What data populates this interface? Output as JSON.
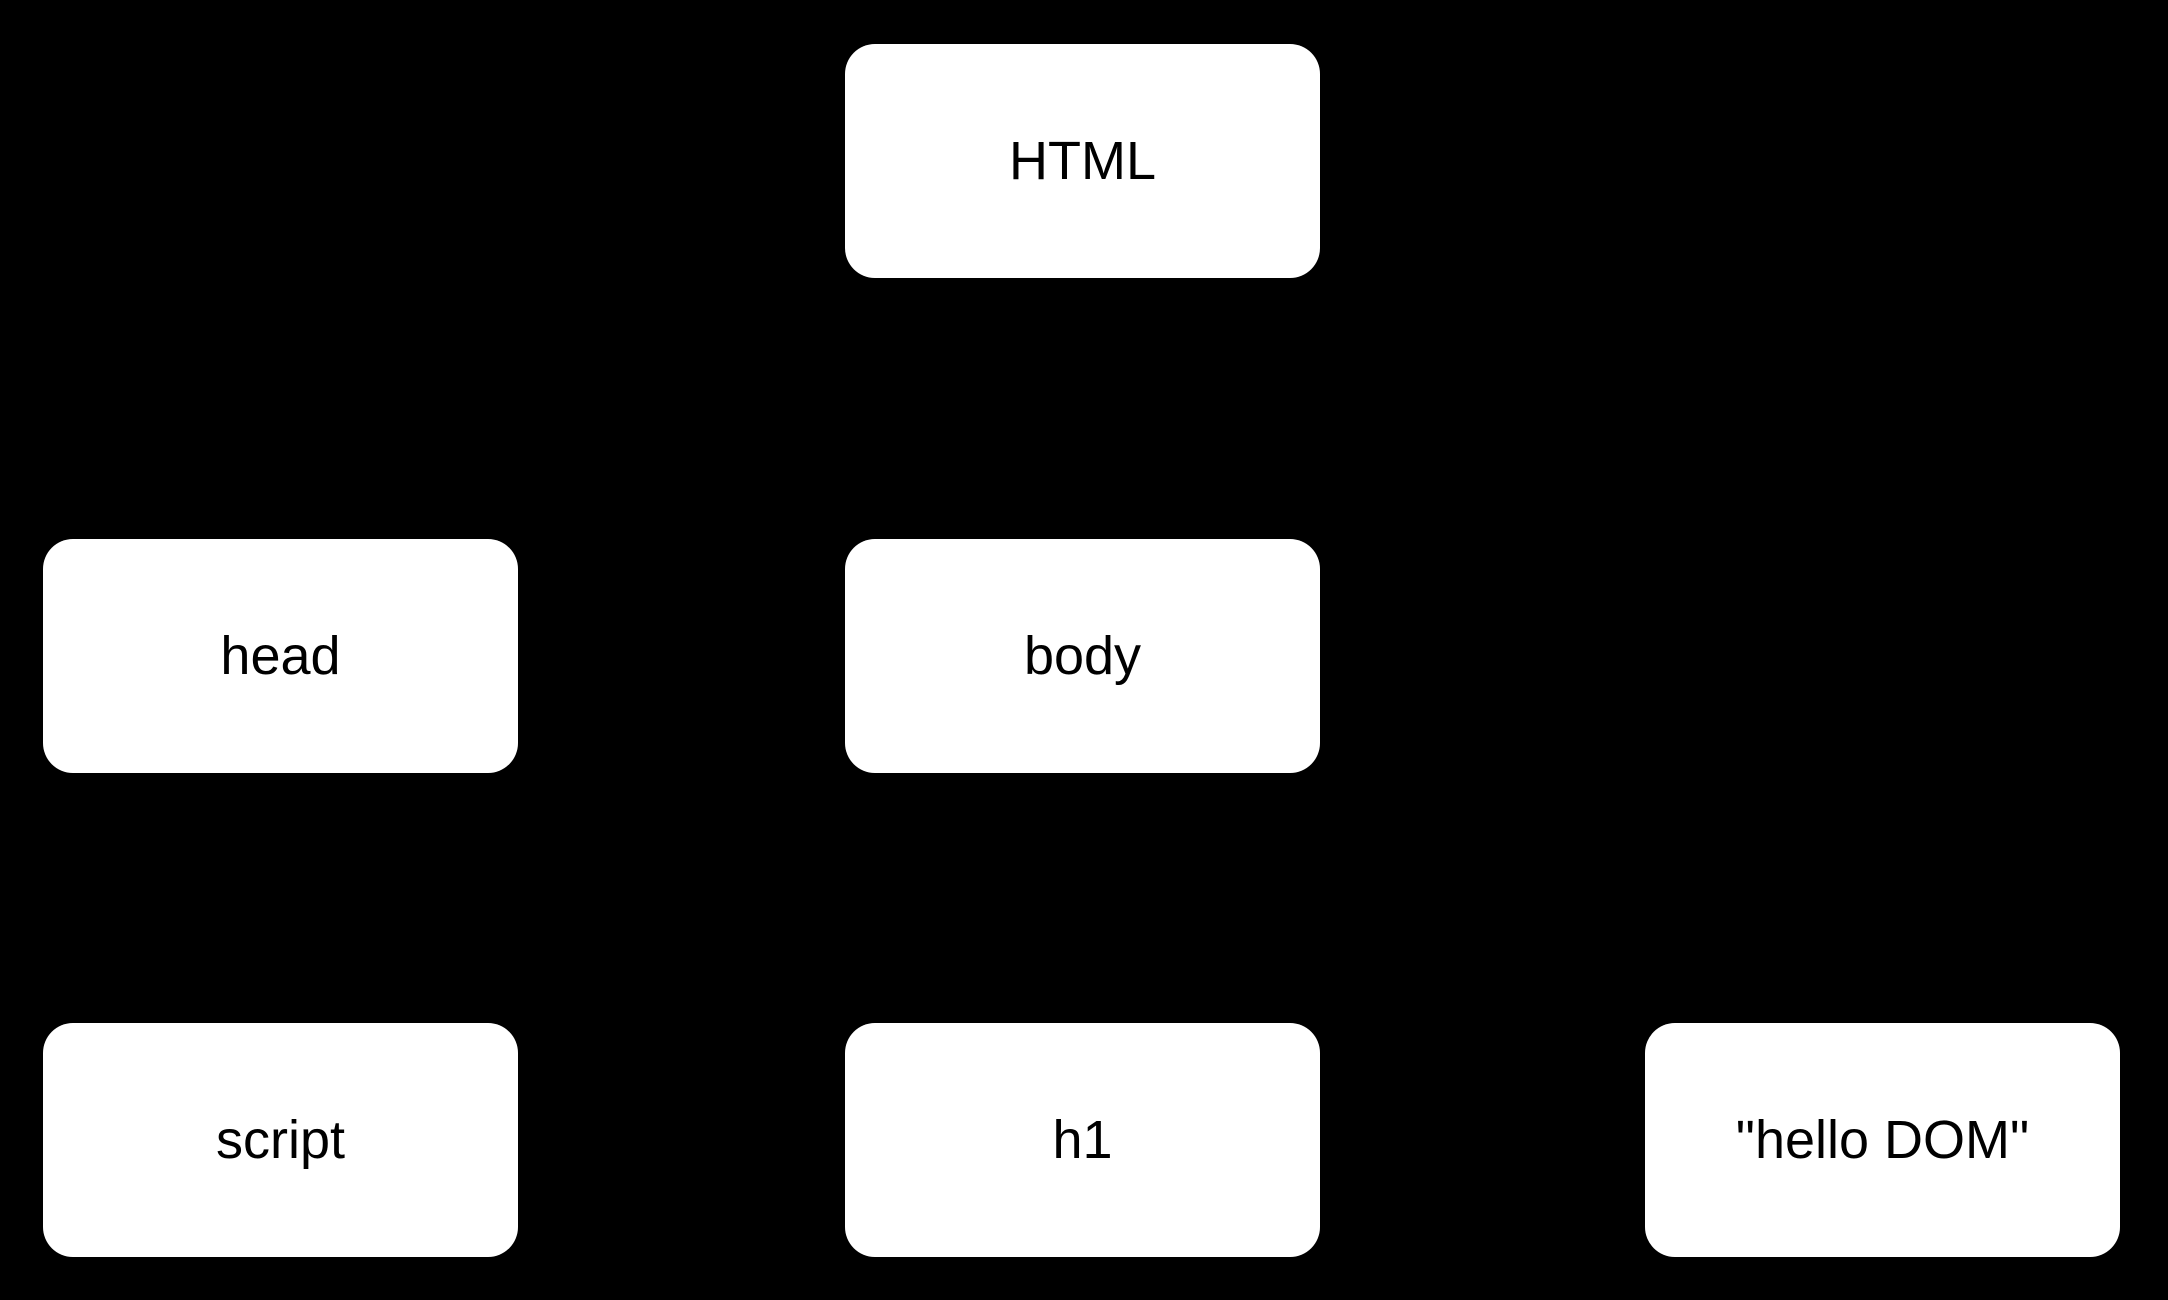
{
  "diagram": {
    "type": "dom-tree",
    "colors": {
      "background": "#000000",
      "node_fill": "#ffffff",
      "node_text": "#000000"
    },
    "edges_visible": false,
    "nodes": [
      {
        "id": "html",
        "label": "HTML"
      },
      {
        "id": "head",
        "label": "head"
      },
      {
        "id": "body",
        "label": "body"
      },
      {
        "id": "script",
        "label": "script"
      },
      {
        "id": "h1",
        "label": "h1"
      },
      {
        "id": "hello-dom",
        "label": "\"hello DOM\""
      }
    ]
  }
}
